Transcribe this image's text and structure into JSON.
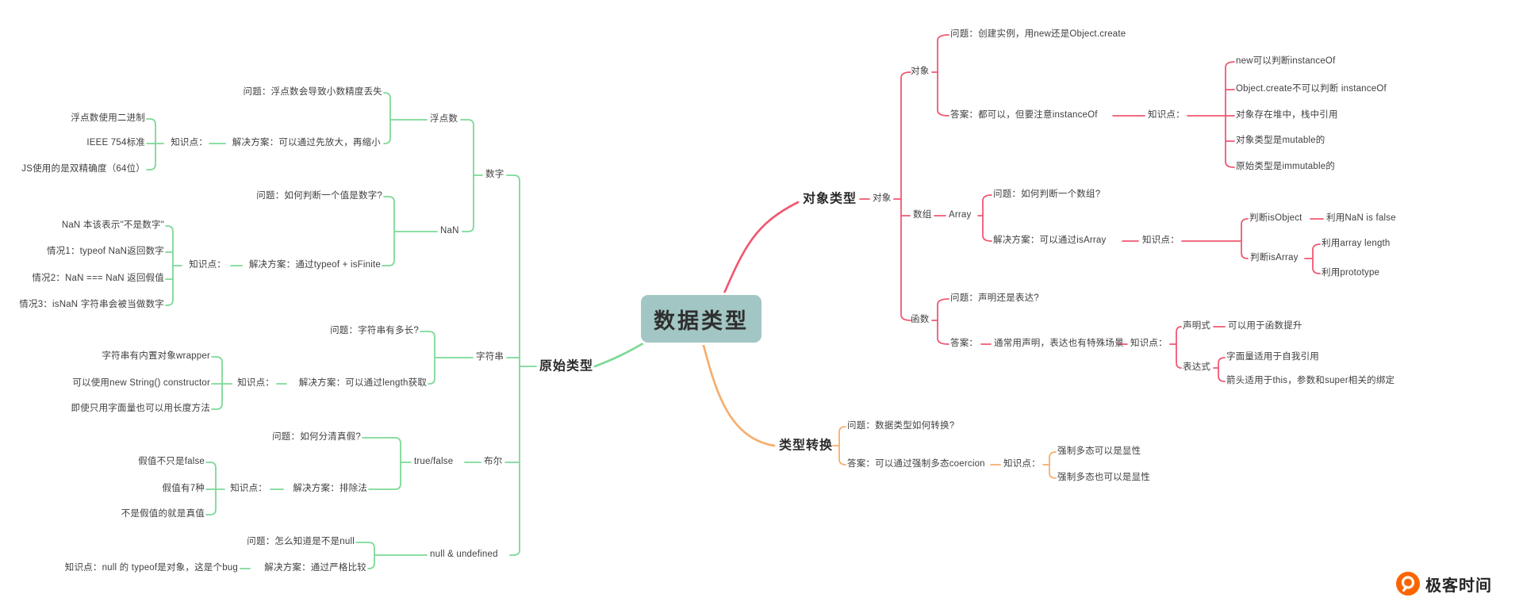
{
  "colors": {
    "green": "#7cd996",
    "red": "#f05872",
    "orange": "#f5ae6e",
    "center_bg": "#a2c6c3",
    "text": "#3f3f3f",
    "logo_orange": "#fb6500"
  },
  "center": {
    "label": "数据类型"
  },
  "primitive": {
    "label": "原始类型",
    "number": {
      "label": "数字",
      "float": {
        "label": "浮点数",
        "question": "问题：浮点数会导致小数精度丢失",
        "knowledge": "知识点：",
        "solution": "解决方案：可以通过先放大，再缩小",
        "points": [
          "浮点数使用二进制",
          "IEEE 754标准",
          "JS使用的是双精确度（64位）"
        ]
      },
      "nan": {
        "label": "NaN",
        "question": "问题：如何判断一个值是数字?",
        "knowledge": "知识点：",
        "solution": "解决方案：通过typeof + isFinite",
        "points": [
          "NaN 本该表示\"不是数字\"",
          "情况1：typeof NaN返回数字",
          "情况2：NaN === NaN 返回假值",
          "情况3：isNaN 字符串会被当做数字"
        ]
      }
    },
    "string": {
      "label": "字符串",
      "question": "问题：字符串有多长?",
      "knowledge": "知识点：",
      "solution": "解决方案：可以通过length获取",
      "points": [
        "字符串有内置对象wrapper",
        "可以使用new String() constructor",
        "即使只用字面量也可以用长度方法"
      ]
    },
    "boolean": {
      "label": "布尔",
      "truefalse": "true/false",
      "question": "问题：如何分清真假?",
      "knowledge": "知识点：",
      "solution": "解决方案：排除法",
      "points": [
        "假值不只是false",
        "假值有7种",
        "不是假值的就是真值"
      ]
    },
    "nullundefined": {
      "label": "null & undefined",
      "question": "问题：怎么知道是不是null",
      "knowledge": "知识点：null 的 typeof是对象，这是个bug",
      "solution": "解决方案：通过严格比较"
    }
  },
  "object_type": {
    "label": "对象类型",
    "node": "对象",
    "object": {
      "label": "对象",
      "question": "问题：创建实例，用new还是Object.create",
      "answer": "答案：都可以，但要注意instanceOf",
      "knowledge": "知识点：",
      "points": [
        "new可以判断instanceOf",
        "Object.create不可以判断 instanceOf",
        "对象存在堆中，栈中引用",
        "对象类型是mutable的",
        "原始类型是immutable的"
      ]
    },
    "array": {
      "label": "数组",
      "alias": "Array",
      "question": "问题：如何判断一个数组?",
      "solution": "解决方案：可以通过isArray",
      "knowledge": "知识点：",
      "is_object": {
        "label": "判断isObject",
        "point": "利用NaN is false"
      },
      "is_array": {
        "label": "判断isArray",
        "points": [
          "利用array length",
          "利用prototype"
        ]
      }
    },
    "function": {
      "label": "函数",
      "question": "问题：声明还是表达?",
      "answer_prefix": "答案：",
      "answer": "通常用声明，表达也有特殊场景",
      "knowledge": "知识点：",
      "declarative": {
        "label": "声明式",
        "point": "可以用于函数提升"
      },
      "expressive": {
        "label": "表达式",
        "points": [
          "字面量适用于自我引用",
          "箭头适用于this，参数和super相关的绑定"
        ]
      }
    }
  },
  "conversion": {
    "label": "类型转换",
    "question": "问题：数据类型如何转换?",
    "answer": "答案：可以通过强制多态coercion",
    "knowledge": "知识点：",
    "points": [
      "强制多态可以是显性",
      "强制多态也可以是显性"
    ]
  },
  "logo": {
    "text": "极客时间"
  }
}
